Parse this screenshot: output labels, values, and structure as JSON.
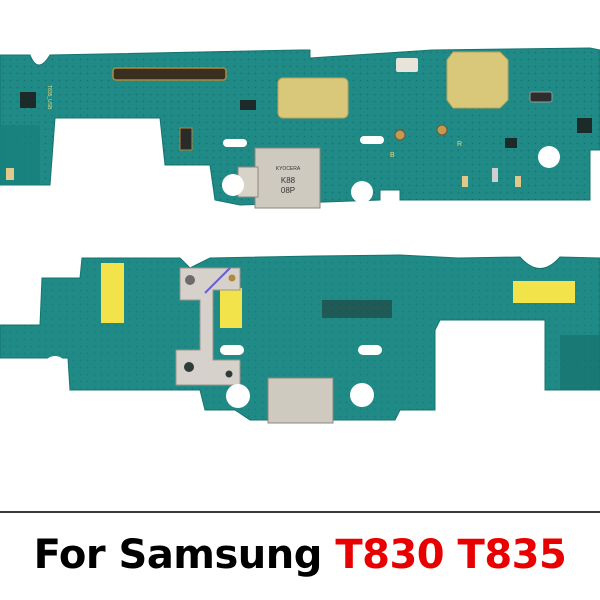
{
  "caption": {
    "lead": "For Samsung",
    "models": [
      "T830",
      "T835"
    ]
  },
  "board_top": {
    "silkscreen_label": "T835_USB",
    "connector_markings": [
      "KYOCERA",
      "K88",
      "08P"
    ],
    "antenna_labels": [
      "B",
      "R"
    ]
  },
  "colors": {
    "pcb": "#1f8a86",
    "pcb_dark": "#157772",
    "gold": "#d9c77a",
    "tape_yellow": "#f2e34a",
    "caption_black": "#000000",
    "caption_red": "#e80000",
    "divider": "#3a3a3a"
  }
}
